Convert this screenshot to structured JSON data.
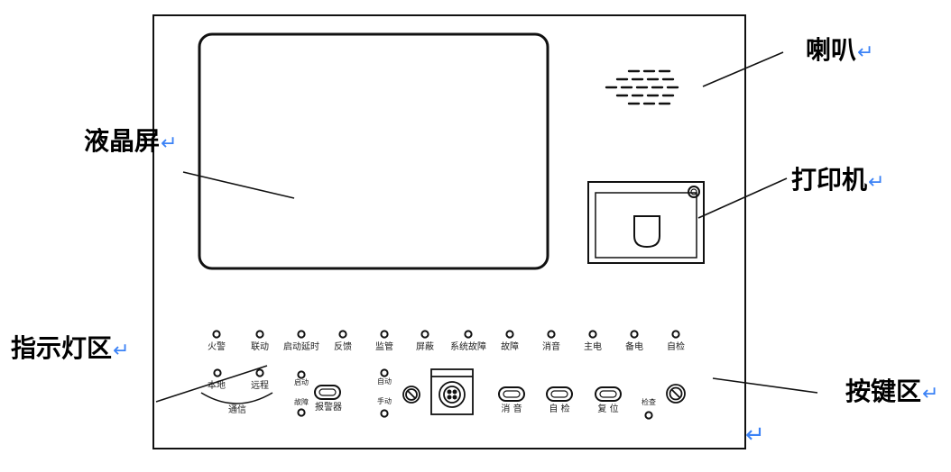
{
  "callouts": {
    "speaker": "喇叭",
    "lcd": "液晶屏",
    "printer": "打印机",
    "indicator_area": "指示灯区",
    "key_area": "按键区",
    "return_mark": "↵"
  },
  "indicators": [
    "火警",
    "联动",
    "启动延时",
    "反馈",
    "监管",
    "屏蔽",
    "系统故障",
    "故障",
    "消音",
    "主电",
    "备电",
    "自检"
  ],
  "comm": {
    "local": "本地",
    "remote": "远程",
    "title": "通信"
  },
  "start_fault": {
    "start": "启动",
    "fault": "故障",
    "alarm_button": "报警器"
  },
  "auto_manual": {
    "auto": "自动",
    "manual": "手动"
  },
  "keys": {
    "silence": "消 音",
    "self_check": "自 检",
    "reset": "复 位",
    "check": "检查"
  }
}
